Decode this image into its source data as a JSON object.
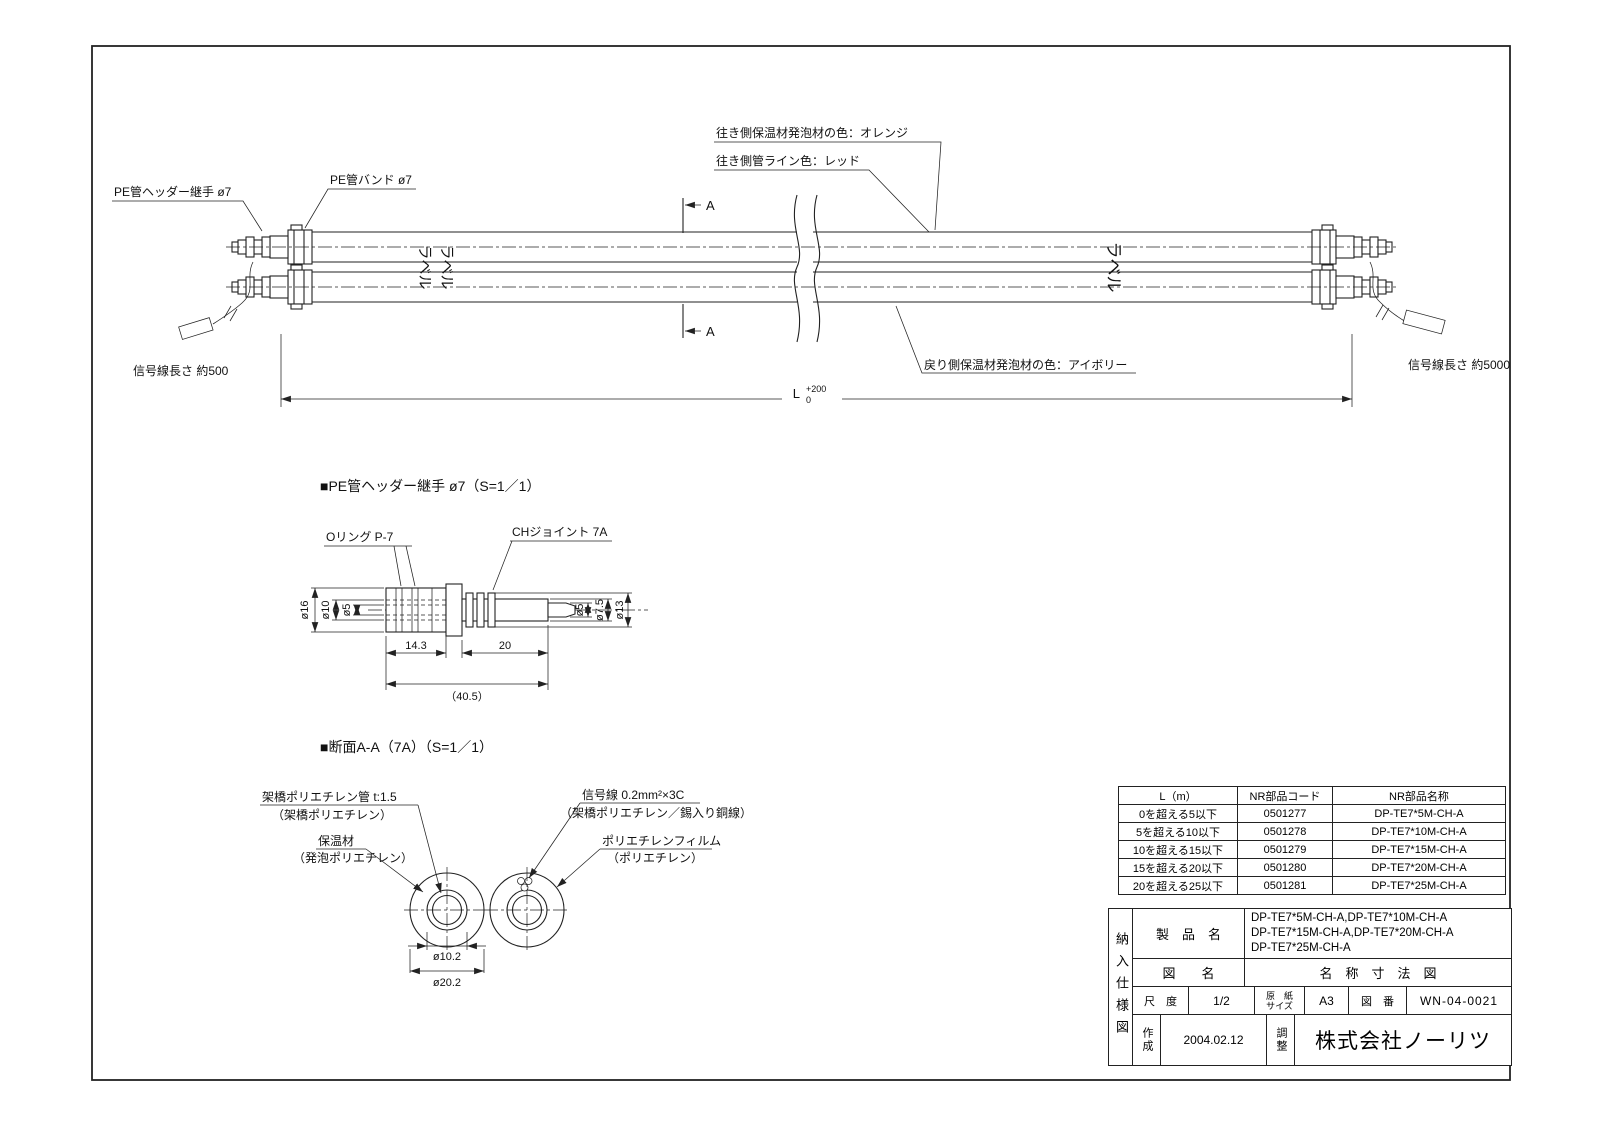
{
  "assembly": {
    "callout_pe_header_joint": "PE管ヘッダー継手 ø7",
    "callout_pe_band": "PE管バンド ø7",
    "callout_supply_foam": "往き側保温材発泡材の色：オレンジ",
    "callout_supply_line": "往き側管ライン色：レッド",
    "callout_return_foam": "戻り側保温材発泡材の色：アイボリー",
    "signal_left": "信号線長さ 約500",
    "signal_right": "信号線長さ 約5000",
    "section_mark": "A",
    "pipe_label": "ラベル",
    "dim_L": "L",
    "dim_L_tol_upper": "+200",
    "dim_L_tol_lower": "0"
  },
  "detail": {
    "title": "■PE管ヘッダー継手 ø7（S=1／1）",
    "label_oring": "Oリング P-7",
    "label_ch_joint": "CHジョイント 7A",
    "dims": {
      "d16": "ø16",
      "d10": "ø10",
      "d5_left": "ø5",
      "d5_right": "ø5",
      "d7_5": "ø7.5",
      "d13": "ø13",
      "len_body": "14.3",
      "len_barb": "20",
      "len_total": "（40.5）"
    }
  },
  "section": {
    "title": "■断面A-A（7A）（S=1／1）",
    "callout_pipe": "架橋ポリエチレン管 t:1.5",
    "callout_pipe_paren": "（架橋ポリエチレン）",
    "callout_insulation": "保温材",
    "callout_insulation_paren": "（発泡ポリエチレン）",
    "callout_signal": "信号線 0.2mm²×3C",
    "callout_signal_paren": "（架橋ポリエチレン／錫入り銅線）",
    "callout_film": "ポリエチレンフィルム",
    "callout_film_paren": "（ポリエチレン）",
    "dim_inner": "ø10.2",
    "dim_outer": "ø20.2"
  },
  "parts_table": {
    "headers": [
      "L（m）",
      "NR部品コード",
      "NR部品名称"
    ],
    "rows": [
      [
        "0を超える5以下",
        "0501277",
        "DP-TE7*5M-CH-A"
      ],
      [
        "5を超える10以下",
        "0501278",
        "DP-TE7*10M-CH-A"
      ],
      [
        "10を超える15以下",
        "0501279",
        "DP-TE7*15M-CH-A"
      ],
      [
        "15を超える20以下",
        "0501280",
        "DP-TE7*20M-CH-A"
      ],
      [
        "20を超える25以下",
        "0501281",
        "DP-TE7*25M-CH-A"
      ]
    ]
  },
  "title_block": {
    "doc_type": "納入仕様図",
    "product_label": "製　品　名",
    "product_line1": "DP-TE7*5M-CH-A,DP-TE7*10M-CH-A",
    "product_line2": "DP-TE7*15M-CH-A,DP-TE7*20M-CH-A",
    "product_line3": "DP-TE7*25M-CH-A",
    "drawing_name_label": "図　　名",
    "drawing_name": "名　称　寸　法　図",
    "scale_label": "尺　度",
    "scale": "1/2",
    "paper_label_line1": "原　紙",
    "paper_label_line2": "サイズ",
    "paper_size": "A3",
    "fig_label": "図　番",
    "fig_no": "WN-04-0021",
    "created_label": "作成",
    "created_date": "2004.02.12",
    "adjusted_label": "調整",
    "company": "株式会社ノーリツ"
  }
}
